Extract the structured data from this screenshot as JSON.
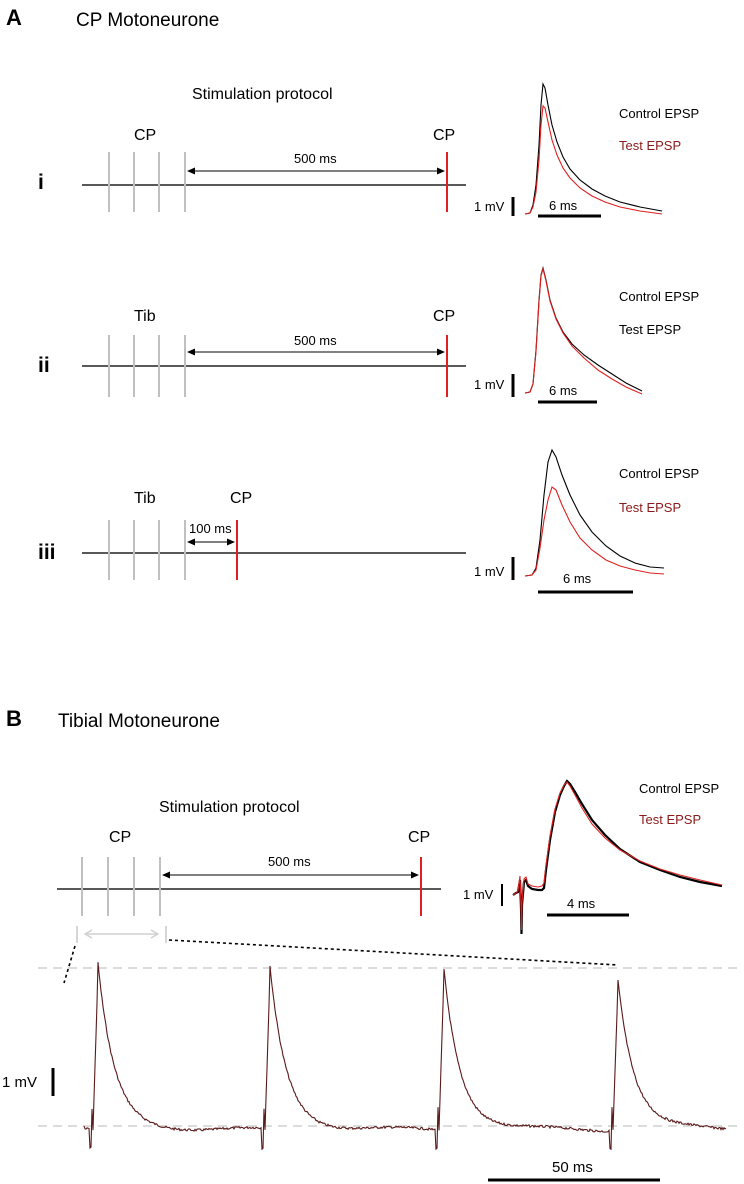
{
  "panel_a": {
    "letter": "A",
    "title": "CP Motoneurone",
    "protocol_title": "Stimulation protocol",
    "rows": [
      {
        "roman": "i",
        "conditioning_label": "CP",
        "test_label": "CP",
        "interval": "500 ms",
        "control_label": "Control EPSP",
        "test_epsp_label": "Test EPSP",
        "scale_v": "1 mV",
        "scale_t": "6 ms"
      },
      {
        "roman": "ii",
        "conditioning_label": "Tib",
        "test_label": "CP",
        "interval": "500 ms",
        "control_label": "Control EPSP",
        "test_epsp_label": "Test EPSP",
        "scale_v": "1 mV",
        "scale_t": "6 ms"
      },
      {
        "roman": "iii",
        "conditioning_label": "Tib",
        "test_label": "CP",
        "interval": "100 ms",
        "control_label": "Control EPSP",
        "test_epsp_label": "Test EPSP",
        "scale_v": "1 mV",
        "scale_t": "6 ms"
      }
    ]
  },
  "panel_b": {
    "letter": "B",
    "title": "Tibial Motoneurone",
    "protocol_title": "Stimulation protocol",
    "conditioning_label": "CP",
    "test_label": "CP",
    "interval": "500 ms",
    "control_label": "Control EPSP",
    "test_epsp_label": "Test EPSP",
    "scale_v": "1 mV",
    "scale_t": "4 ms",
    "trace_scale_v": "1 mV",
    "trace_scale_t": "50 ms"
  },
  "colors": {
    "control": "#000000",
    "test": "#e02020",
    "conditioning_stim": "#c0c0c0",
    "test_stim": "#e02020",
    "guide": "#c8c8c8"
  }
}
